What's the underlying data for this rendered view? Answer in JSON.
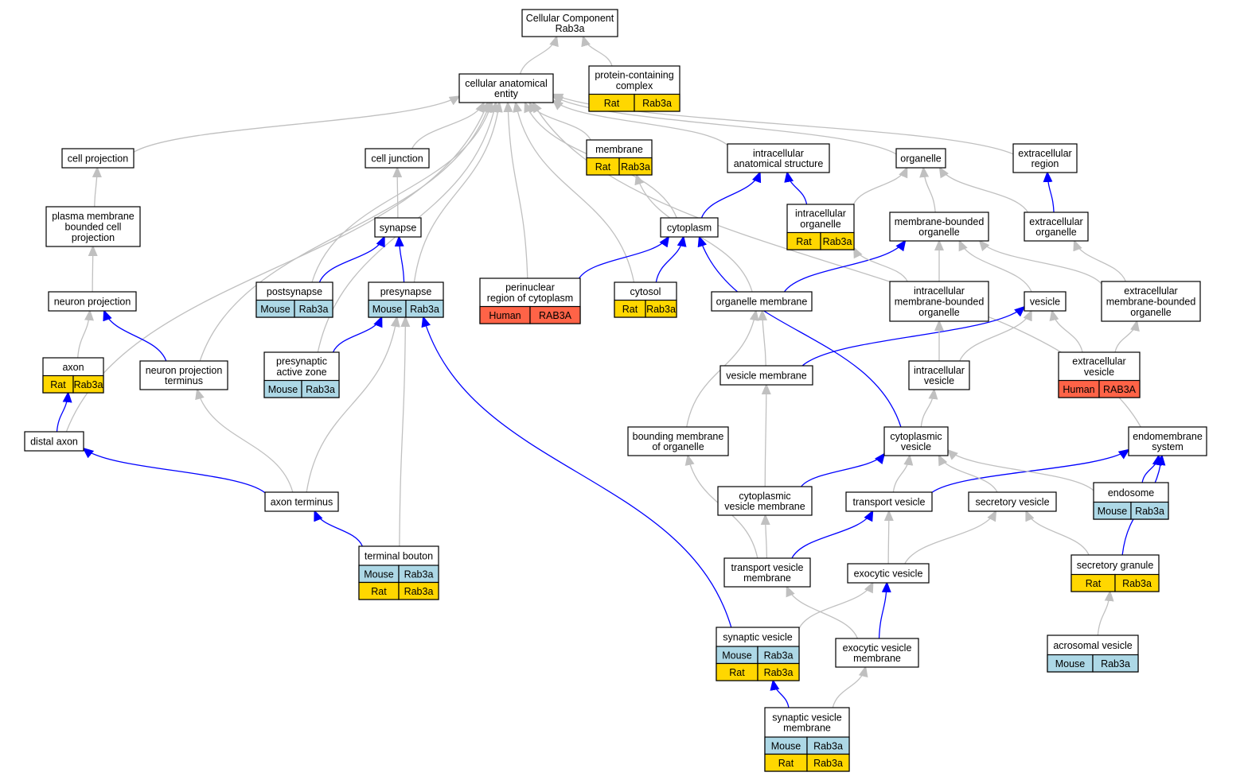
{
  "colors": {
    "edge_gray": "#c0c0c0",
    "edge_blue": "#0000ff",
    "Mouse": "#add8e6",
    "Rat": "#ffd700",
    "Human": "#ff6347"
  },
  "nodes": [
    {
      "id": "root",
      "label": [
        "Cellular Component",
        "Rab3a"
      ],
      "annotations": []
    },
    {
      "id": "cae",
      "label": [
        "cellular anatomical",
        "entity"
      ],
      "annotations": []
    },
    {
      "id": "pcc",
      "label": [
        "protein-containing",
        "complex"
      ],
      "annotations": [
        [
          "Rat",
          "Rab3a"
        ]
      ]
    },
    {
      "id": "cellproj",
      "label": [
        "cell projection"
      ],
      "annotations": []
    },
    {
      "id": "celljunc",
      "label": [
        "cell junction"
      ],
      "annotations": []
    },
    {
      "id": "membrane",
      "label": [
        "membrane"
      ],
      "annotations": [
        [
          "Rat",
          "Rab3a"
        ]
      ]
    },
    {
      "id": "ias",
      "label": [
        "intracellular",
        "anatomical structure"
      ],
      "annotations": []
    },
    {
      "id": "organelle",
      "label": [
        "organelle"
      ],
      "annotations": []
    },
    {
      "id": "ecregion",
      "label": [
        "extracellular",
        "region"
      ],
      "annotations": []
    },
    {
      "id": "pmbcp",
      "label": [
        "plasma membrane",
        "bounded cell",
        "projection"
      ],
      "annotations": []
    },
    {
      "id": "synapse",
      "label": [
        "synapse"
      ],
      "annotations": []
    },
    {
      "id": "cytoplasm",
      "label": [
        "cytoplasm"
      ],
      "annotations": []
    },
    {
      "id": "icorg",
      "label": [
        "intracellular",
        "organelle"
      ],
      "annotations": [
        [
          "Rat",
          "Rab3a"
        ]
      ]
    },
    {
      "id": "mbo",
      "label": [
        "membrane-bounded",
        "organelle"
      ],
      "annotations": []
    },
    {
      "id": "ecorg",
      "label": [
        "extracellular",
        "organelle"
      ],
      "annotations": []
    },
    {
      "id": "neuproj",
      "label": [
        "neuron projection"
      ],
      "annotations": []
    },
    {
      "id": "postsyn",
      "label": [
        "postsynapse"
      ],
      "annotations": [
        [
          "Mouse",
          "Rab3a"
        ]
      ]
    },
    {
      "id": "presyn",
      "label": [
        "presynapse"
      ],
      "annotations": [
        [
          "Mouse",
          "Rab3a"
        ]
      ]
    },
    {
      "id": "perinuc",
      "label": [
        "perinuclear",
        "region of cytoplasm"
      ],
      "annotations": [
        [
          "Human",
          "RAB3A"
        ]
      ]
    },
    {
      "id": "cytosol",
      "label": [
        "cytosol"
      ],
      "annotations": [
        [
          "Rat",
          "Rab3a"
        ]
      ]
    },
    {
      "id": "orgmem",
      "label": [
        "organelle membrane"
      ],
      "annotations": []
    },
    {
      "id": "icmbo",
      "label": [
        "intracellular",
        "membrane-bounded",
        "organelle"
      ],
      "annotations": []
    },
    {
      "id": "vesicle",
      "label": [
        "vesicle"
      ],
      "annotations": []
    },
    {
      "id": "ecmbo",
      "label": [
        "extracellular",
        "membrane-bounded",
        "organelle"
      ],
      "annotations": []
    },
    {
      "id": "axon",
      "label": [
        "axon"
      ],
      "annotations": [
        [
          "Rat",
          "Rab3a"
        ]
      ]
    },
    {
      "id": "npt",
      "label": [
        "neuron projection",
        "terminus"
      ],
      "annotations": []
    },
    {
      "id": "pan",
      "label": [
        "presynaptic",
        "active zone"
      ],
      "annotations": [
        [
          "Mouse",
          "Rab3a"
        ]
      ]
    },
    {
      "id": "vesmem",
      "label": [
        "vesicle membrane"
      ],
      "annotations": []
    },
    {
      "id": "icves",
      "label": [
        "intracellular",
        "vesicle"
      ],
      "annotations": []
    },
    {
      "id": "ecves",
      "label": [
        "extracellular",
        "vesicle"
      ],
      "annotations": [
        [
          "Human",
          "RAB3A"
        ]
      ]
    },
    {
      "id": "distaxon",
      "label": [
        "distal axon"
      ],
      "annotations": []
    },
    {
      "id": "bmo",
      "label": [
        "bounding membrane",
        "of organelle"
      ],
      "annotations": []
    },
    {
      "id": "cytves",
      "label": [
        "cytoplasmic",
        "vesicle"
      ],
      "annotations": []
    },
    {
      "id": "endomem",
      "label": [
        "endomembrane",
        "system"
      ],
      "annotations": []
    },
    {
      "id": "endosome",
      "label": [
        "endosome"
      ],
      "annotations": [
        [
          "Mouse",
          "Rab3a"
        ]
      ]
    },
    {
      "id": "axonterm",
      "label": [
        "axon terminus"
      ],
      "annotations": []
    },
    {
      "id": "cvm",
      "label": [
        "cytoplasmic",
        "vesicle membrane"
      ],
      "annotations": []
    },
    {
      "id": "transves",
      "label": [
        "transport vesicle"
      ],
      "annotations": []
    },
    {
      "id": "secves",
      "label": [
        "secretory vesicle"
      ],
      "annotations": []
    },
    {
      "id": "termbouton",
      "label": [
        "terminal bouton"
      ],
      "annotations": [
        [
          "Mouse",
          "Rab3a"
        ],
        [
          "Rat",
          "Rab3a"
        ]
      ]
    },
    {
      "id": "tvm",
      "label": [
        "transport vesicle",
        "membrane"
      ],
      "annotations": []
    },
    {
      "id": "exoves",
      "label": [
        "exocytic vesicle"
      ],
      "annotations": []
    },
    {
      "id": "secgran",
      "label": [
        "secretory granule"
      ],
      "annotations": [
        [
          "Rat",
          "Rab3a"
        ]
      ]
    },
    {
      "id": "synves",
      "label": [
        "synaptic vesicle"
      ],
      "annotations": [
        [
          "Mouse",
          "Rab3a"
        ],
        [
          "Rat",
          "Rab3a"
        ]
      ]
    },
    {
      "id": "evm",
      "label": [
        "exocytic vesicle",
        "membrane"
      ],
      "annotations": []
    },
    {
      "id": "acroves",
      "label": [
        "acrosomal vesicle"
      ],
      "annotations": [
        [
          "Mouse",
          "Rab3a"
        ]
      ]
    },
    {
      "id": "svm",
      "label": [
        "synaptic vesicle",
        "membrane"
      ],
      "annotations": [
        [
          "Mouse",
          "Rab3a"
        ],
        [
          "Rat",
          "Rab3a"
        ]
      ]
    }
  ],
  "edges": [
    {
      "from": "cae",
      "to": "root",
      "type": "is_a"
    },
    {
      "from": "pcc",
      "to": "root",
      "type": "is_a"
    },
    {
      "from": "cellproj",
      "to": "cae",
      "type": "is_a"
    },
    {
      "from": "celljunc",
      "to": "cae",
      "type": "is_a"
    },
    {
      "from": "membrane",
      "to": "cae",
      "type": "is_a"
    },
    {
      "from": "ias",
      "to": "cae",
      "type": "is_a"
    },
    {
      "from": "organelle",
      "to": "cae",
      "type": "is_a"
    },
    {
      "from": "ecregion",
      "to": "cae",
      "type": "is_a"
    },
    {
      "from": "distaxon",
      "to": "cae",
      "type": "is_a"
    },
    {
      "from": "postsyn",
      "to": "cae",
      "type": "is_a"
    },
    {
      "from": "npt",
      "to": "cae",
      "type": "is_a"
    },
    {
      "from": "pan",
      "to": "cae",
      "type": "is_a"
    },
    {
      "from": "presyn",
      "to": "cae",
      "type": "is_a"
    },
    {
      "from": "perinuc",
      "to": "cae",
      "type": "is_a"
    },
    {
      "from": "cytosol",
      "to": "cae",
      "type": "is_a"
    },
    {
      "from": "cytoplasm",
      "to": "cae",
      "type": "is_a"
    },
    {
      "from": "endomem",
      "to": "cae",
      "type": "is_a"
    },
    {
      "from": "pmbcp",
      "to": "cellproj",
      "type": "is_a"
    },
    {
      "from": "neuproj",
      "to": "pmbcp",
      "type": "is_a"
    },
    {
      "from": "axon",
      "to": "neuproj",
      "type": "is_a"
    },
    {
      "from": "npt",
      "to": "neuproj",
      "type": "part_of"
    },
    {
      "from": "distaxon",
      "to": "axon",
      "type": "part_of"
    },
    {
      "from": "axonterm",
      "to": "distaxon",
      "type": "part_of"
    },
    {
      "from": "axonterm",
      "to": "npt",
      "type": "is_a"
    },
    {
      "from": "axonterm",
      "to": "presyn",
      "type": "is_a"
    },
    {
      "from": "termbouton",
      "to": "axonterm",
      "type": "part_of"
    },
    {
      "from": "termbouton",
      "to": "presyn",
      "type": "is_a"
    },
    {
      "from": "synapse",
      "to": "celljunc",
      "type": "is_a"
    },
    {
      "from": "postsyn",
      "to": "synapse",
      "type": "part_of"
    },
    {
      "from": "presyn",
      "to": "synapse",
      "type": "part_of"
    },
    {
      "from": "pan",
      "to": "presyn",
      "type": "part_of"
    },
    {
      "from": "synves",
      "to": "presyn",
      "type": "part_of"
    },
    {
      "from": "cytoplasm",
      "to": "ias",
      "type": "part_of"
    },
    {
      "from": "icorg",
      "to": "ias",
      "type": "part_of"
    },
    {
      "from": "icorg",
      "to": "organelle",
      "type": "is_a"
    },
    {
      "from": "perinuc",
      "to": "cytoplasm",
      "type": "part_of"
    },
    {
      "from": "cytosol",
      "to": "cytoplasm",
      "type": "part_of"
    },
    {
      "from": "cytves",
      "to": "cytoplasm",
      "type": "part_of"
    },
    {
      "from": "mbo",
      "to": "organelle",
      "type": "is_a"
    },
    {
      "from": "ecorg",
      "to": "organelle",
      "type": "is_a"
    },
    {
      "from": "ecorg",
      "to": "ecregion",
      "type": "part_of"
    },
    {
      "from": "orgmem",
      "to": "membrane",
      "type": "is_a"
    },
    {
      "from": "orgmem",
      "to": "mbo",
      "type": "part_of"
    },
    {
      "from": "icmbo",
      "to": "mbo",
      "type": "is_a"
    },
    {
      "from": "icmbo",
      "to": "icorg",
      "type": "is_a"
    },
    {
      "from": "vesicle",
      "to": "mbo",
      "type": "is_a"
    },
    {
      "from": "ecmbo",
      "to": "mbo",
      "type": "is_a"
    },
    {
      "from": "ecmbo",
      "to": "ecorg",
      "type": "is_a"
    },
    {
      "from": "vesmem",
      "to": "orgmem",
      "type": "is_a"
    },
    {
      "from": "vesmem",
      "to": "vesicle",
      "type": "part_of"
    },
    {
      "from": "icves",
      "to": "icmbo",
      "type": "is_a"
    },
    {
      "from": "icves",
      "to": "vesicle",
      "type": "is_a"
    },
    {
      "from": "ecves",
      "to": "vesicle",
      "type": "is_a"
    },
    {
      "from": "ecves",
      "to": "ecmbo",
      "type": "is_a"
    },
    {
      "from": "bmo",
      "to": "orgmem",
      "type": "is_a"
    },
    {
      "from": "cytves",
      "to": "icves",
      "type": "is_a"
    },
    {
      "from": "cvm",
      "to": "vesmem",
      "type": "is_a"
    },
    {
      "from": "cvm",
      "to": "cytves",
      "type": "part_of"
    },
    {
      "from": "transves",
      "to": "cytves",
      "type": "is_a"
    },
    {
      "from": "transves",
      "to": "endomem",
      "type": "part_of"
    },
    {
      "from": "secves",
      "to": "cytves",
      "type": "is_a"
    },
    {
      "from": "endosome",
      "to": "cytves",
      "type": "is_a"
    },
    {
      "from": "endosome",
      "to": "endomem",
      "type": "part_of"
    },
    {
      "from": "secgran",
      "to": "secves",
      "type": "is_a"
    },
    {
      "from": "secgran",
      "to": "endomem",
      "type": "part_of"
    },
    {
      "from": "acroves",
      "to": "secgran",
      "type": "is_a"
    },
    {
      "from": "tvm",
      "to": "bmo",
      "type": "is_a"
    },
    {
      "from": "tvm",
      "to": "cvm",
      "type": "is_a"
    },
    {
      "from": "tvm",
      "to": "transves",
      "type": "part_of"
    },
    {
      "from": "exoves",
      "to": "transves",
      "type": "is_a"
    },
    {
      "from": "exoves",
      "to": "secves",
      "type": "is_a"
    },
    {
      "from": "synves",
      "to": "exoves",
      "type": "is_a"
    },
    {
      "from": "evm",
      "to": "tvm",
      "type": "is_a"
    },
    {
      "from": "evm",
      "to": "exoves",
      "type": "part_of"
    },
    {
      "from": "svm",
      "to": "synves",
      "type": "part_of"
    },
    {
      "from": "svm",
      "to": "evm",
      "type": "is_a"
    }
  ]
}
